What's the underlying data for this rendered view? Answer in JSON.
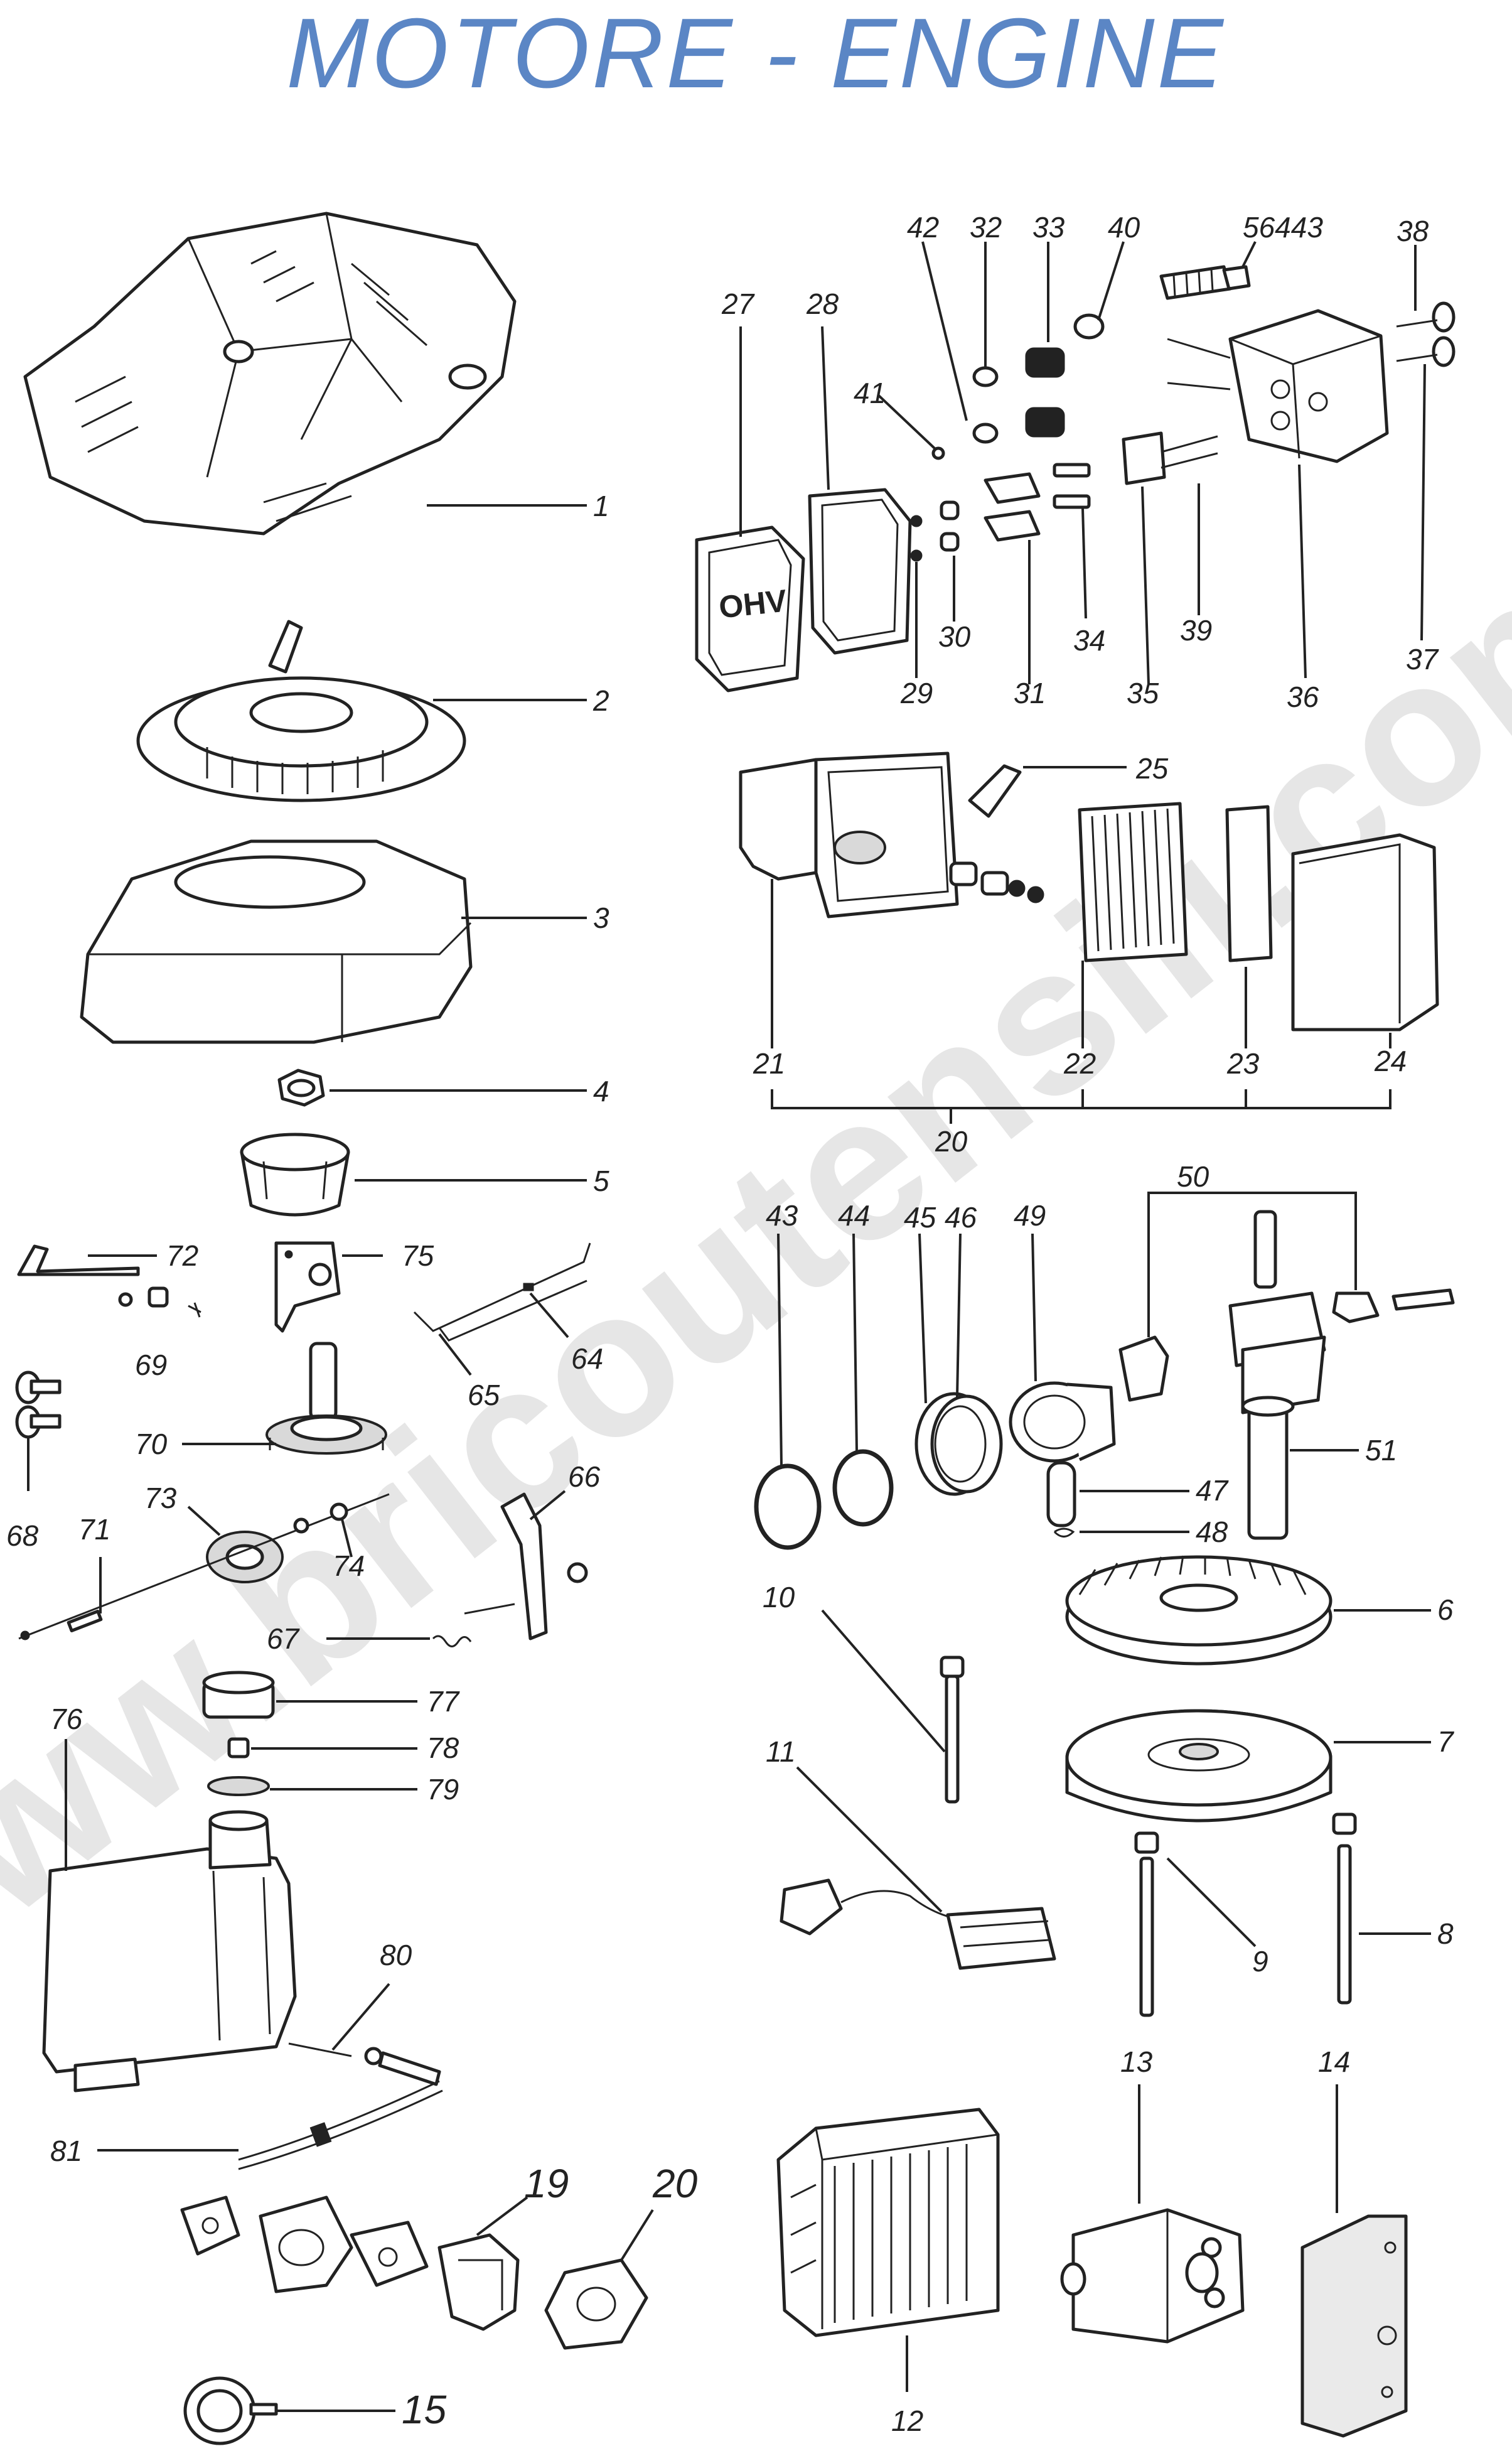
{
  "title": "MOTORE - ENGINE",
  "colors": {
    "title": "#5b86c5",
    "line": "#222222",
    "watermark": "#c8c8c8"
  },
  "watermark": "www.bricoutensili.com",
  "ohv_text": "OHV",
  "labels": {
    "p1": "1",
    "p2": "2",
    "p3": "3",
    "p4": "4",
    "p5": "5",
    "p6": "6",
    "p7": "7",
    "p8": "8",
    "p9": "9",
    "p10": "10",
    "p11": "11",
    "p12": "12",
    "p13": "13",
    "p14": "14",
    "p15": "15",
    "p19": "19",
    "p20a": "20",
    "p20b": "20",
    "p21": "21",
    "p22": "22",
    "p23": "23",
    "p24": "24",
    "p25": "25",
    "p27": "27",
    "p28": "28",
    "p29": "29",
    "p30": "30",
    "p31": "31",
    "p32": "32",
    "p33": "33",
    "p34": "34",
    "p35": "35",
    "p36": "36",
    "p37": "37",
    "p38": "38",
    "p39": "39",
    "p40": "40",
    "p41": "41",
    "p42": "42",
    "p43": "43",
    "p44": "44",
    "p45": "45",
    "p46": "46",
    "p47": "47",
    "p48": "48",
    "p49": "49",
    "p50": "50",
    "p51": "51",
    "p56443": "56443",
    "p64": "64",
    "p65": "65",
    "p66": "66",
    "p67": "67",
    "p68": "68",
    "p69": "69",
    "p70": "70",
    "p71": "71",
    "p72": "72",
    "p73": "73",
    "p74": "74",
    "p75": "75",
    "p76": "76",
    "p77": "77",
    "p78": "78",
    "p79": "79",
    "p80": "80",
    "p81": "81"
  }
}
